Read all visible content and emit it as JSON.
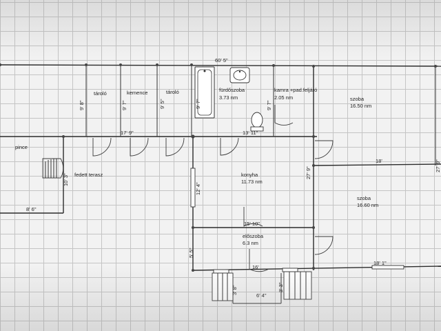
{
  "rooms": {
    "pince": "pince",
    "tarolo1": "tároló",
    "kemence": "kemence",
    "tarolo2": "tároló",
    "furdoszoba": "fürdőszoba",
    "furdoszoba_area": "3.73 nm",
    "kamra": "kamra +pad.feljáró",
    "kamra_area": "2.05 nm",
    "szoba_top": "szoba",
    "szoba_top_area": "16.50 nm",
    "fedett_terasz": "fedett terasz",
    "konyha": "konyha",
    "konyha_area": "11.73 nm",
    "szoba_right": "szoba",
    "szoba_right_area": "16.60 nm",
    "eloszoba": "előszoba",
    "eloszoba_area": "6.3 nm"
  },
  "dimensions": {
    "top_total": "60' 5\"",
    "tarolo1_h": "9' 8\"",
    "kemence_h": "9' 7\"",
    "tarolo2_h": "9' 5\"",
    "furdo_h": "9' 7\"",
    "kamra_h": "9' 7\"",
    "row_width": "17' 9\"",
    "kamra_width": "13' 11\"",
    "terasz_h": "10' 3\"",
    "pince_w": "8' 6\"",
    "konyha_h": "12' 4\"",
    "right_h1": "27' 9\"",
    "right_w": "18'",
    "right_h2": "27' 9\"",
    "konyha_w": "15' 10\"",
    "eloszoba_h": "5' 5\"",
    "step_w": "16'",
    "bottom_right_w": "18' 1\"",
    "stair_left_h": "3' 8\"",
    "stair_right_h": "3' 3\"",
    "bottom_w": "6' 4\""
  }
}
